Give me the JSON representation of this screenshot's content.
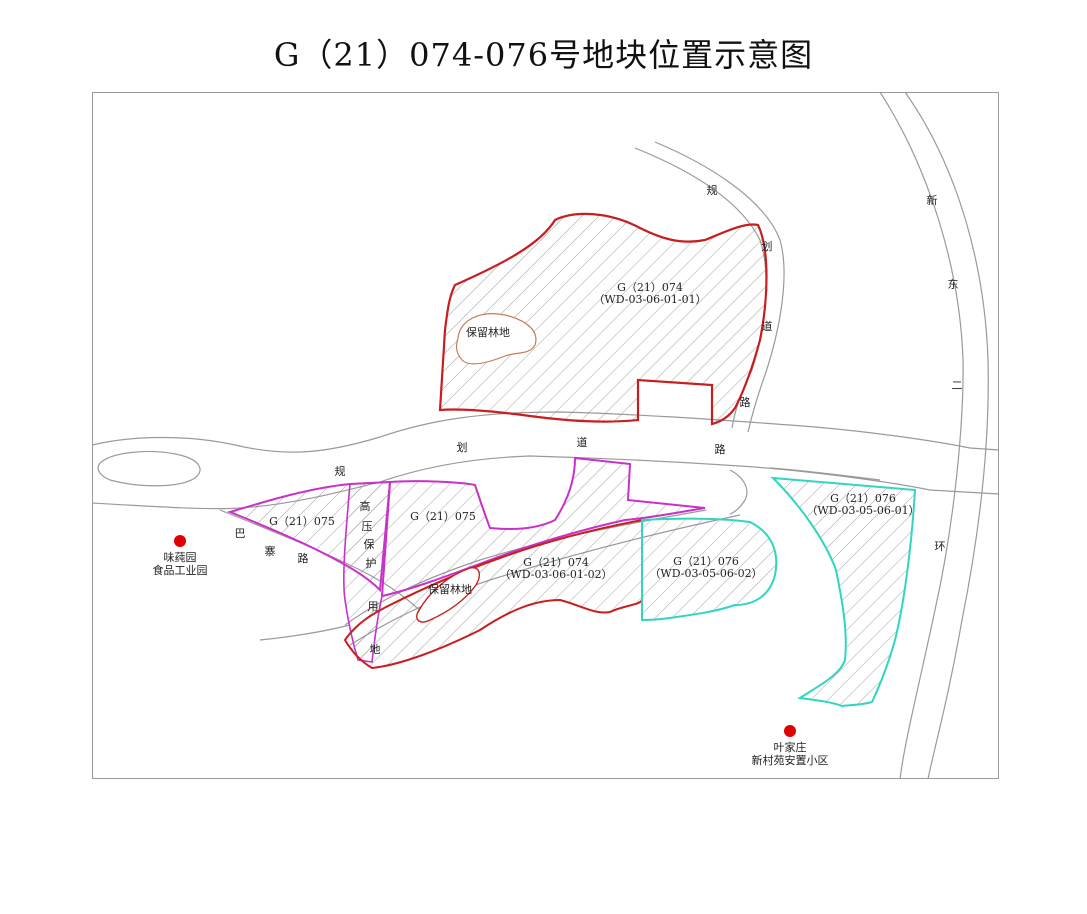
{
  "title": "G（21）074-076号地块位置示意图",
  "colors": {
    "parcel_074": "#c81e1e",
    "parcel_075": "#c832c8",
    "parcel_076": "#2fd6c1",
    "road": "#9a9a9a",
    "hatch": "#8c8c8c",
    "marker": "#e10000",
    "frame": "#999999"
  },
  "parcels": {
    "p074_north": {
      "code": "G（21）074",
      "sub": "（WD-03-06-01-01）",
      "reserve": "保留林地"
    },
    "p074_south": {
      "code": "G（21）074",
      "sub": "（WD-03-06-01-02）",
      "reserve": "保留林地"
    },
    "p075_west": {
      "code": "G（21）075"
    },
    "p075_mid": {
      "code": "G（21）075"
    },
    "p076_mid": {
      "code": "G（21）076",
      "sub": "（WD-03-05-06-02）"
    },
    "p076_east": {
      "code": "G（21）076",
      "sub": "（WD-03-05-06-01）"
    }
  },
  "corridor_chars": [
    "高",
    "压",
    "保",
    "护",
    "用",
    "地"
  ],
  "roads": {
    "north_vertical": [
      "规",
      "划",
      "道",
      "路"
    ],
    "main": [
      "规",
      "划",
      "道",
      "路"
    ],
    "new_east_ring": [
      "新",
      "东",
      "二",
      "环"
    ],
    "bazhai": [
      "巴",
      "寨",
      "路"
    ]
  },
  "landmarks": {
    "west": {
      "line1": "味莼园",
      "line2": "食品工业园",
      "icon": "red-dot"
    },
    "south": {
      "line1": "叶家庄",
      "line2": "新村苑安置小区",
      "icon": "red-dot"
    }
  }
}
